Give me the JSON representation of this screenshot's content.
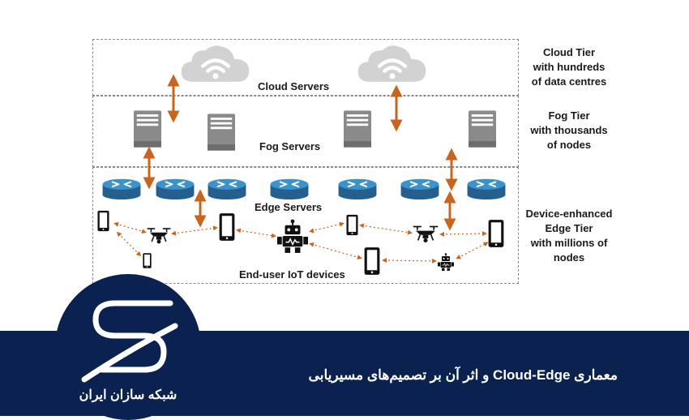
{
  "diagram": {
    "labels": {
      "cloud_servers": "Cloud Servers",
      "fog_servers": "Fog Servers",
      "edge_servers": "Edge Servers",
      "iot_devices": "End-user IoT devices"
    },
    "tiers": {
      "cloud": [
        "Cloud Tier",
        "with hundreds",
        "of data centres"
      ],
      "fog": [
        "Fog Tier",
        "with thousands",
        "of nodes"
      ],
      "edge": [
        "Device-enhanced",
        "Edge Tier",
        "with millions of",
        "nodes"
      ]
    },
    "colors": {
      "arrow": "#c8641e",
      "router": "#2f7fb8",
      "server": "#8a8a8a",
      "cloud": "#d2d2d2",
      "banner": "#0b2250"
    },
    "icons": [
      "cloud-icon",
      "server-icon",
      "router-icon",
      "smartphone-icon",
      "drone-icon",
      "robot-icon"
    ]
  },
  "banner": {
    "title": "معماری Cloud-Edge و اثر آن بر تصمیم‌های مسیریابی",
    "logo_text": "شبکه سازان ایران"
  }
}
